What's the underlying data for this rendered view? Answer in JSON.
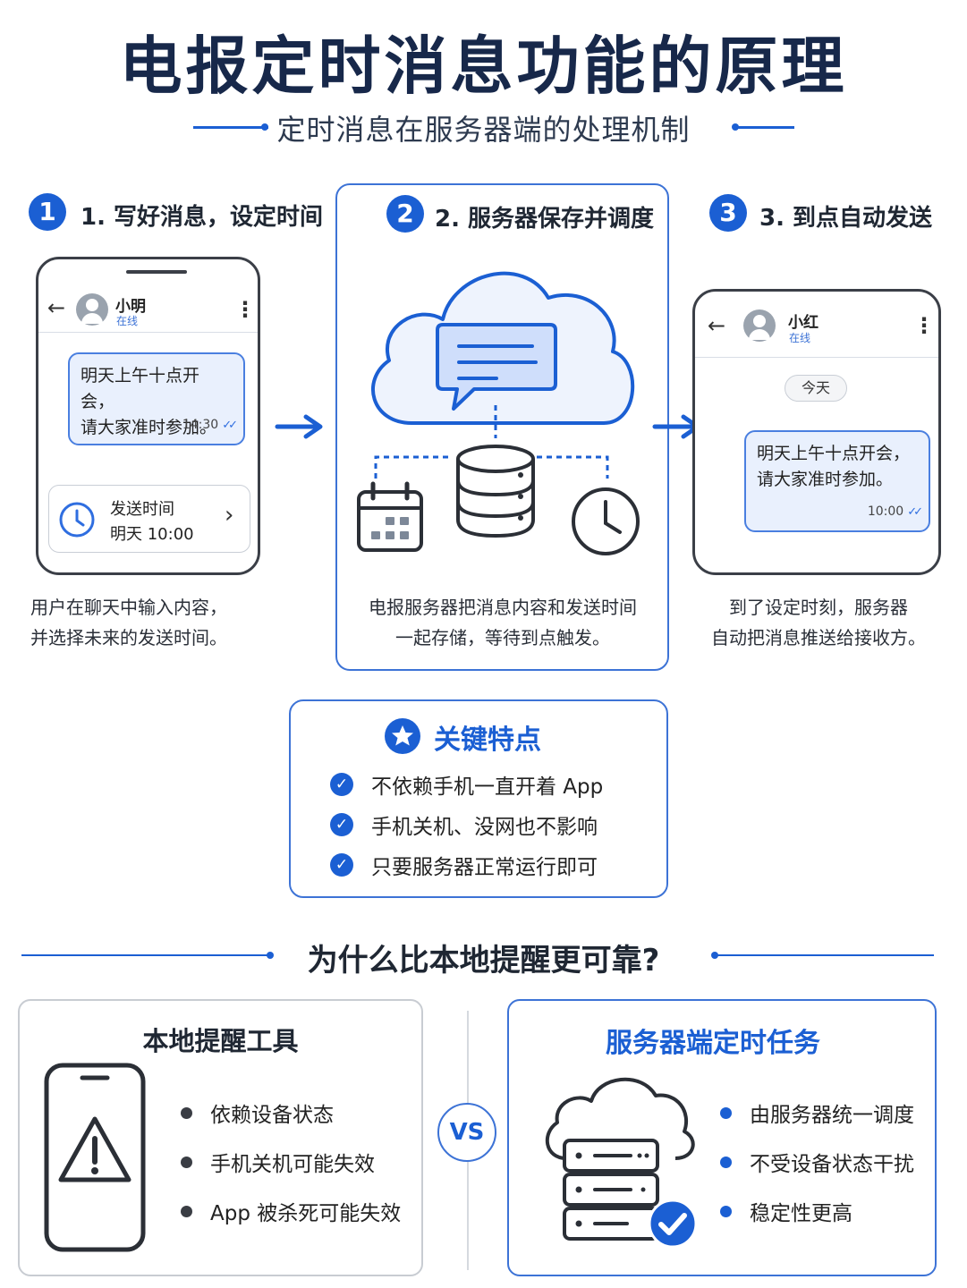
{
  "header": {
    "title": "电报定时消息功能的原理",
    "subtitle": "定时消息在服务器端的处理机制"
  },
  "steps": [
    {
      "number": "1",
      "title": "1. 写好消息，设定时间",
      "chat": {
        "contact": "小明",
        "status": "在线",
        "message_line1": "明天上午十点开会，",
        "message_line2": "请大家准时参加。",
        "time": "14:30",
        "schedule_label": "发送时间",
        "schedule_value": "明天 10:00"
      },
      "caption_line1": "用户在聊天中输入内容，",
      "caption_line2": "并选择未来的发送时间。"
    },
    {
      "number": "2",
      "title": "2. 服务器保存并调度",
      "caption_line1": "电报服务器把消息内容和发送时间",
      "caption_line2": "一起存储，等待到点触发。"
    },
    {
      "number": "3",
      "title": "3. 到点自动发送",
      "chat": {
        "contact": "小红",
        "status": "在线",
        "date_chip": "今天",
        "message_line1": "明天上午十点开会，",
        "message_line2": "请大家准时参加。",
        "time": "10:00"
      },
      "caption_line1": "到了设定时刻，服务器",
      "caption_line2": "自动把消息推送给接收方。"
    }
  ],
  "features": {
    "title": "关键特点",
    "items": [
      "不依赖手机一直开着 App",
      "手机关机、没网也不影响",
      "只要服务器正常运行即可"
    ]
  },
  "comparison": {
    "heading": "为什么比本地提醒更可靠?",
    "vs": "VS",
    "local": {
      "title": "本地提醒工具",
      "items": [
        "依赖设备状态",
        "手机关机可能失效",
        "App 被杀死可能失效"
      ]
    },
    "server": {
      "title": "服务器端定时任务",
      "items": [
        "由服务器统一调度",
        "不受设备状态干扰",
        "稳定性更高"
      ]
    }
  },
  "colors": {
    "accent": "#1b5fd3",
    "title": "#17284a",
    "bubble_fill": "#e9f0fd",
    "panel_border": "#3d73d6"
  },
  "icons": [
    "back-arrow-icon",
    "avatar-icon",
    "more-icon",
    "double-check-icon",
    "clock-icon",
    "chevron-right-icon",
    "arrow-right-icon",
    "cloud-icon",
    "message-icon",
    "database-icon",
    "calendar-icon",
    "star-badge-icon",
    "check-circle-icon",
    "phone-warning-icon",
    "server-stack-icon",
    "check-badge-icon"
  ]
}
